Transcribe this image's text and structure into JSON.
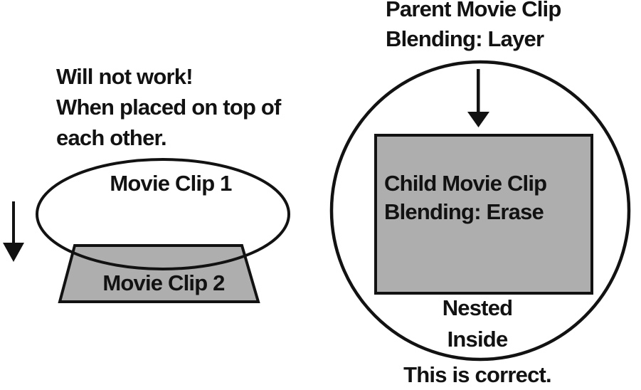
{
  "colors": {
    "ink": "#121212",
    "shape_gray": "#aeaeae",
    "background": "#ffffff"
  },
  "left_panel": {
    "caption_lines": [
      "Will not work!",
      "When placed on top of",
      "each other."
    ],
    "ellipse_label": "Movie Clip 1",
    "trapezoid_label": "Movie Clip 2"
  },
  "right_panel": {
    "header_lines": [
      "Parent Movie Clip",
      "Blending: Layer"
    ],
    "child_lines": [
      "Child Movie Clip",
      "Blending: Erase"
    ],
    "nested_lines": [
      "Nested",
      "Inside"
    ],
    "footer": "This is correct."
  }
}
